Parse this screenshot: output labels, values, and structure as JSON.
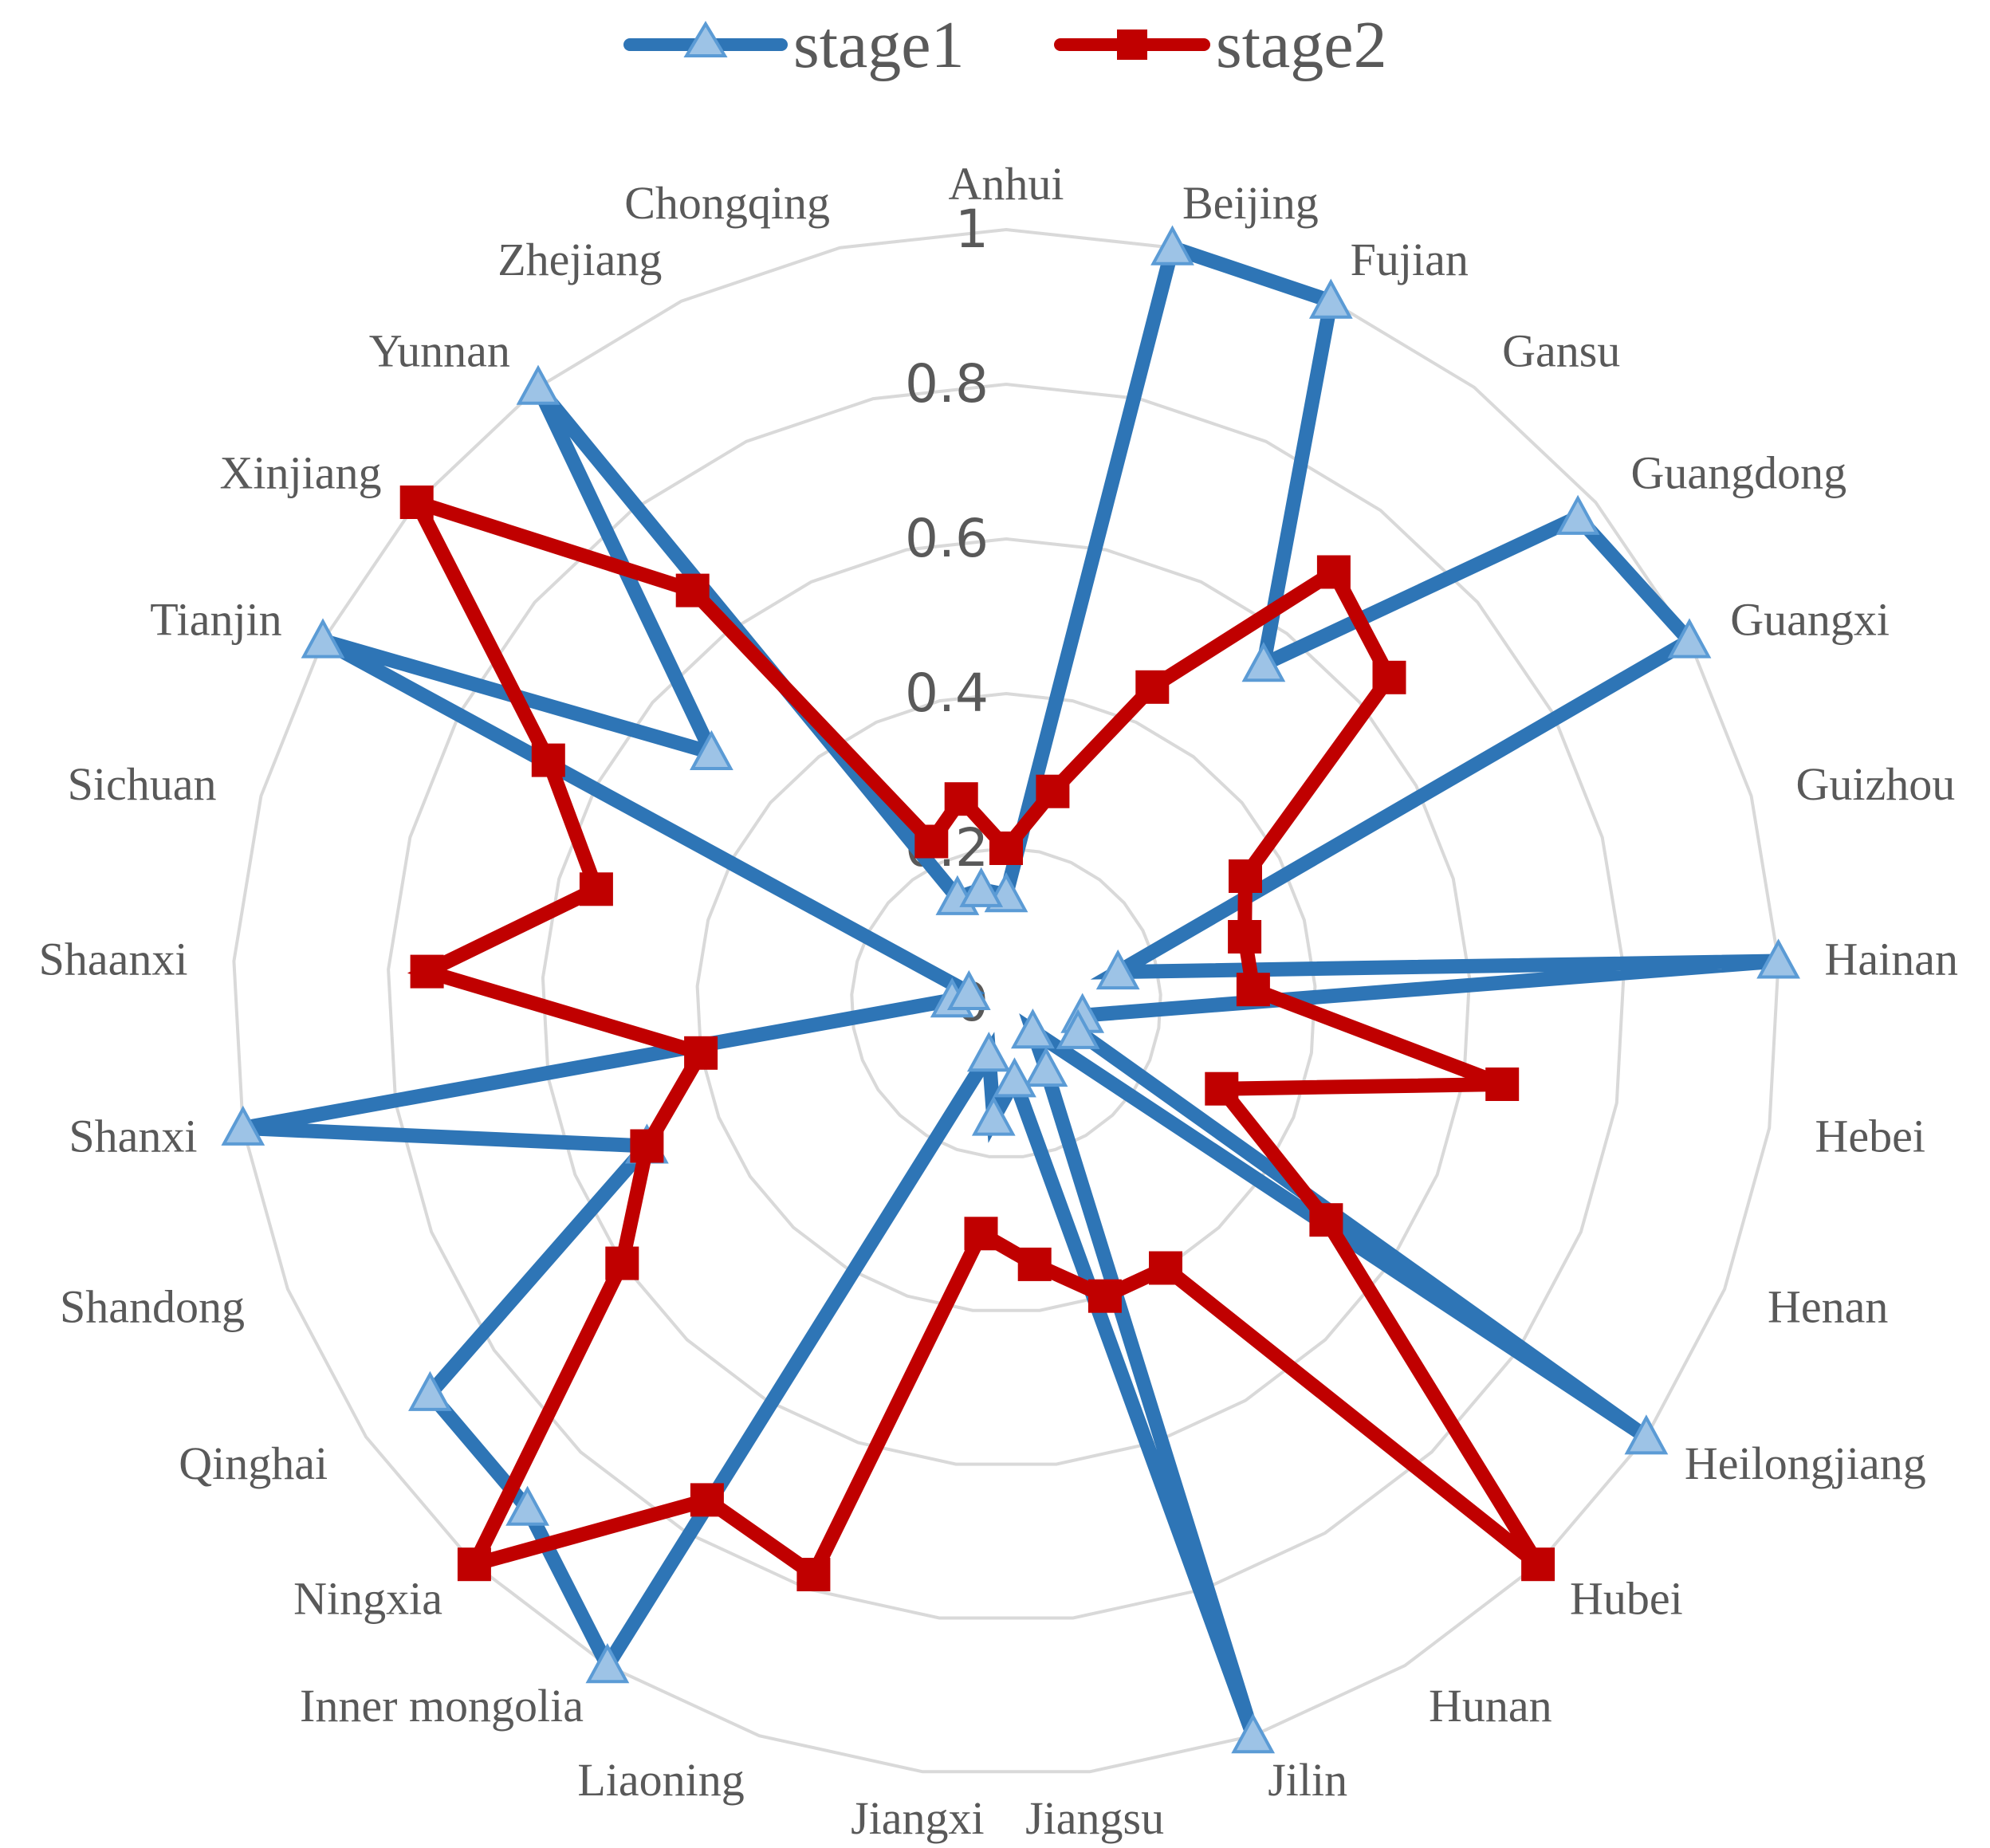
{
  "chart_data": {
    "type": "radar",
    "categories": [
      "Anhui",
      "Beijing",
      "Fujian",
      "Gansu",
      "Guangdong",
      "Guangxi",
      "Guizhou",
      "Hainan",
      "Hebei",
      "Henan",
      "Heilongjiang",
      "Hubei",
      "Hunan",
      "Jilin",
      "Jiangsu",
      "Jiangxi",
      "Liaoning",
      "Inner mongolia",
      "Ningxia",
      "Qinghai",
      "Shandong",
      "Shanxi",
      "Shaanxi",
      "Sichuan",
      "Tianjin",
      "Xinjiang",
      "Yunnan",
      "Zhejiang",
      "Chongqing"
    ],
    "series": [
      {
        "name": "stage1",
        "color": "#2E75B6",
        "marker": "triangle",
        "values": [
          0.14,
          1.0,
          1.0,
          0.55,
          0.97,
          1.0,
          0.15,
          1.0,
          0.1,
          0.1,
          1.0,
          0.05,
          0.1,
          1.0,
          0.1,
          0.15,
          0.07,
          1.0,
          0.9,
          0.9,
          0.5,
          1.0,
          0.07,
          0.05,
          1.0,
          0.5,
          1.0,
          0.15,
          0.15
        ]
      },
      {
        "name": "stage2",
        "color": "#C00000",
        "marker": "square",
        "values": [
          0.2,
          0.28,
          0.45,
          0.7,
          0.65,
          0.35,
          0.32,
          0.32,
          0.65,
          0.3,
          0.5,
          1.0,
          0.4,
          0.4,
          0.34,
          0.3,
          0.78,
          0.75,
          1.0,
          0.6,
          0.5,
          0.4,
          0.75,
          0.55,
          0.67,
          1.0,
          0.67,
          0.23,
          0.27
        ]
      }
    ],
    "rlim": [
      0,
      1
    ],
    "rticks": [
      "0",
      "0.2",
      "0.4",
      "0.6",
      "0.8",
      "1"
    ],
    "grid": true,
    "legend": "top-center"
  }
}
